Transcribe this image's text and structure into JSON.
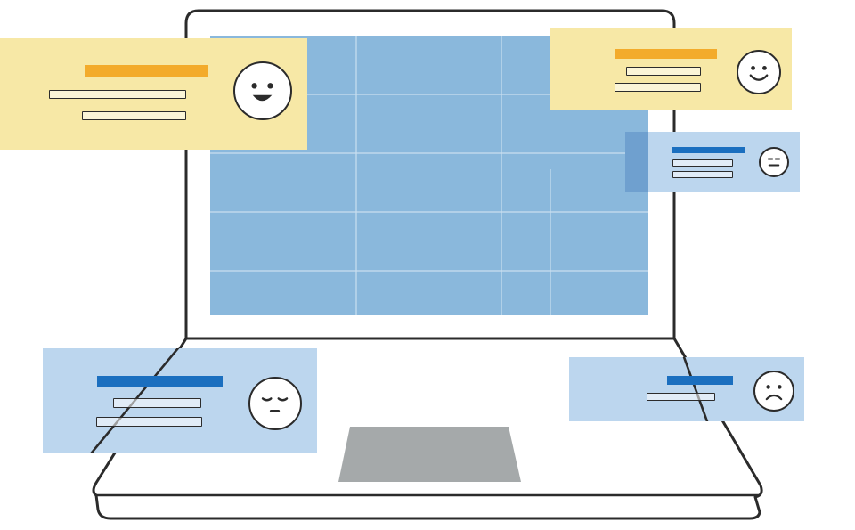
{
  "illustration": {
    "subject": "laptop-with-feedback-cards",
    "colors": {
      "screen": "#8ab8dc",
      "screen_grid": "#c9dff0",
      "outline": "#2b2b2b",
      "trackpad": "#a5a9aa",
      "card_yellow": "#f7e8a6",
      "card_blue": "#bcd6ee",
      "accent_orange": "#f3ab2b",
      "accent_blue": "#1b6fbf"
    }
  },
  "feedback_cards": [
    {
      "color": "yellow",
      "face": "grinning-face-icon"
    },
    {
      "color": "yellow",
      "face": "smiling-face-icon"
    },
    {
      "color": "blue",
      "face": "neutral-face-icon"
    },
    {
      "color": "blue",
      "face": "sleepy-face-icon"
    },
    {
      "color": "blue",
      "face": "sad-face-icon"
    }
  ]
}
